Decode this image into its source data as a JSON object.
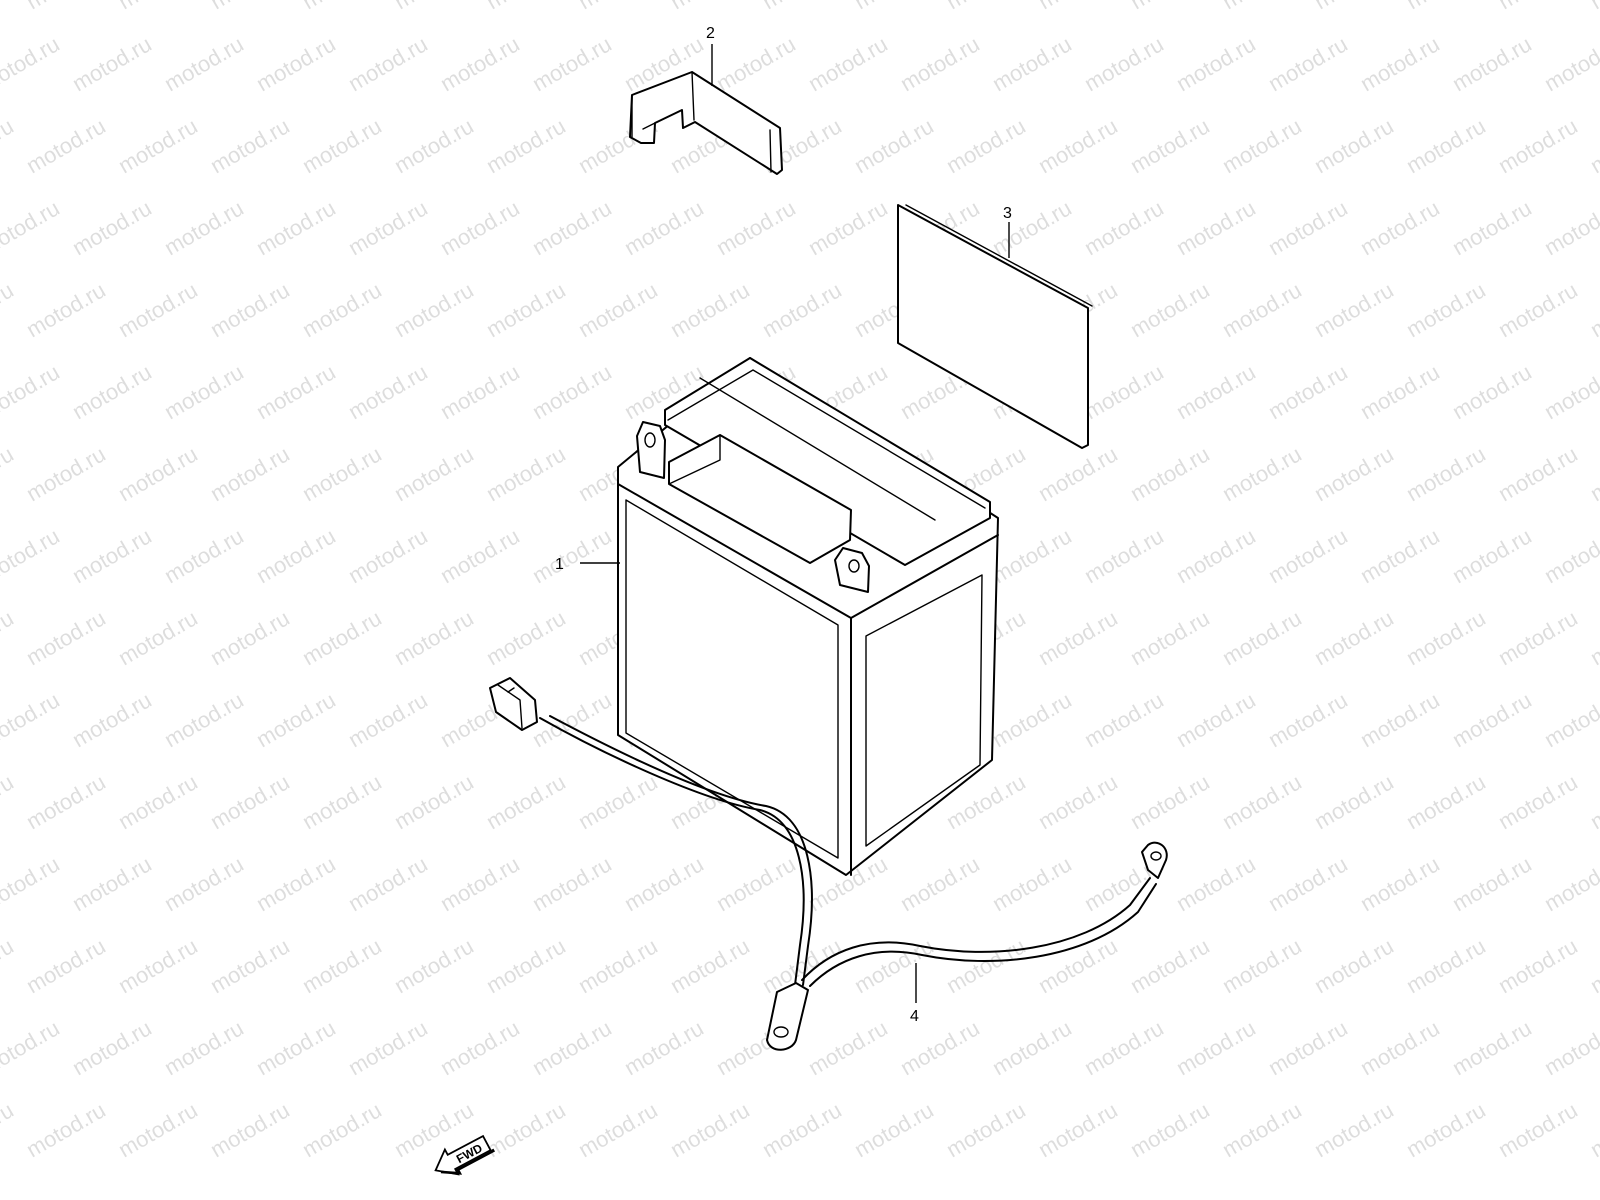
{
  "watermark": {
    "text": "motod.ru"
  },
  "callouts": [
    {
      "id": "1",
      "label": "1"
    },
    {
      "id": "2",
      "label": "2"
    },
    {
      "id": "3",
      "label": "3"
    },
    {
      "id": "4",
      "label": "4"
    }
  ],
  "fwd_arrow": {
    "text": "FWD"
  },
  "colors": {
    "line": "#000000",
    "background": "#ffffff"
  }
}
